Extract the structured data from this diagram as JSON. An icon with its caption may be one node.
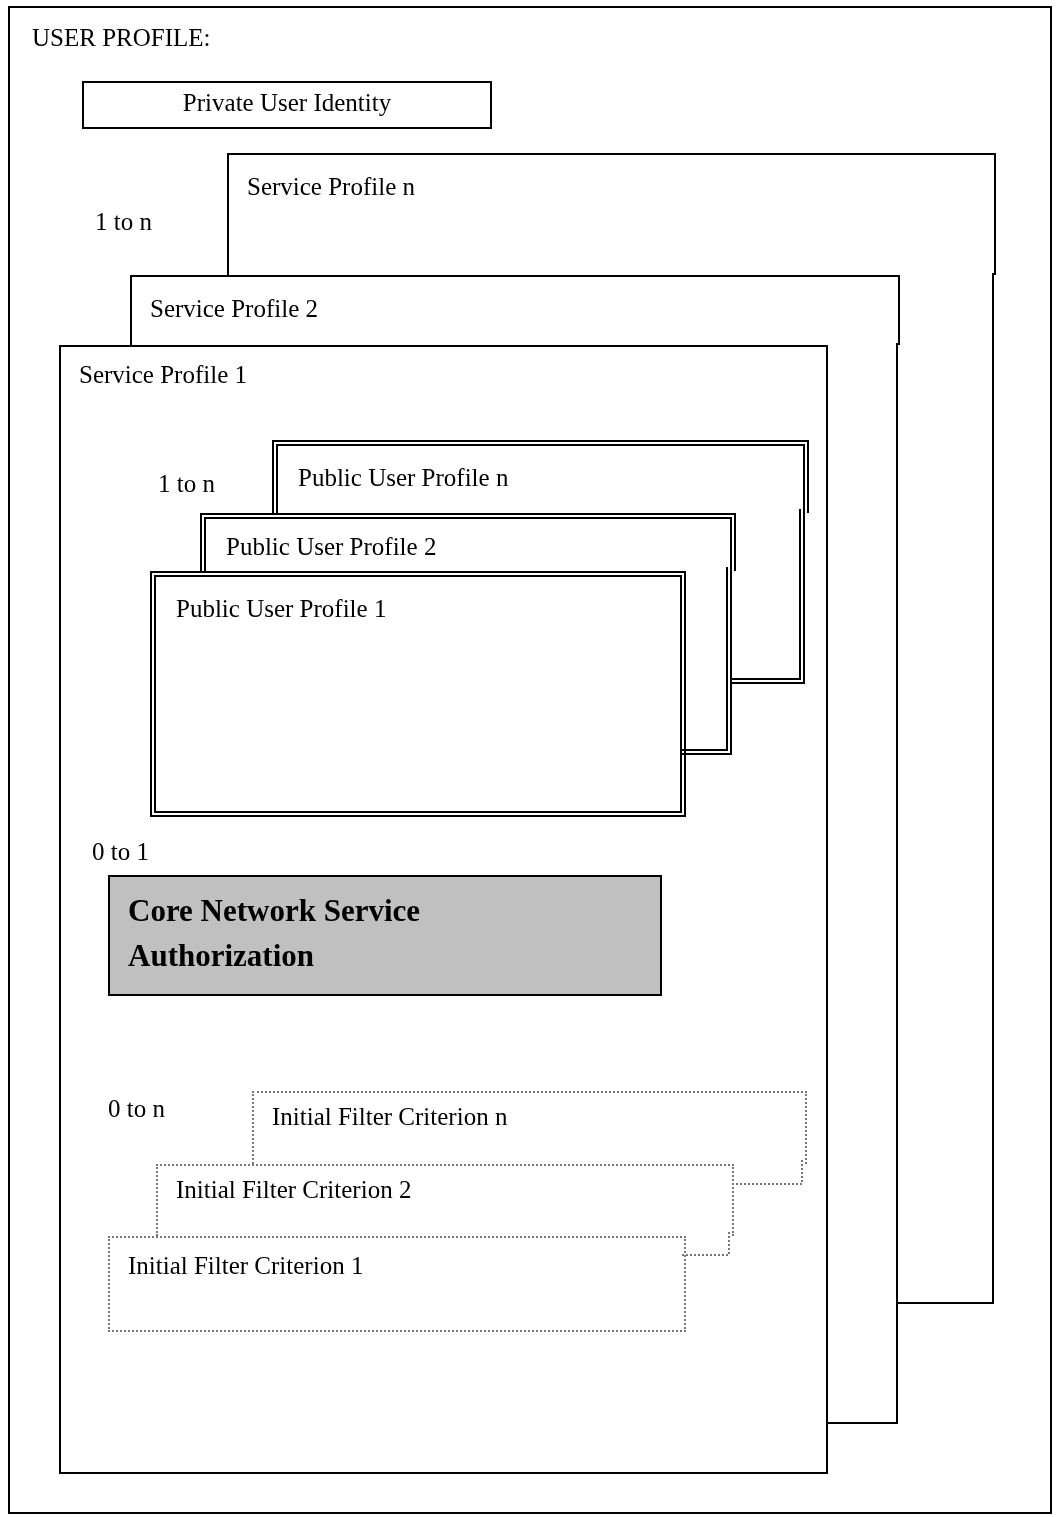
{
  "diagram": {
    "nodes": [
      {
        "text": [
          "USER PROFILE:"
        ]
      },
      {
        "text": [
          "Private User Identity"
        ],
        "in": 0
      },
      {
        "text": [
          "Service Profile n"
        ],
        "in": 0
      },
      {
        "text": [
          "Service Profile 2"
        ],
        "in": 0
      },
      {
        "text": [
          "Service Profile 1"
        ],
        "in": 0
      },
      {
        "text": [
          "Public User Profile n"
        ],
        "in": 4
      },
      {
        "text": [
          "Public User Profile 2"
        ],
        "in": 4
      },
      {
        "text": [
          "Public User Profile 1"
        ],
        "in": 4
      },
      {
        "text": [
          "Core Network Service Authorization"
        ],
        "in": 4
      },
      {
        "text": [
          "Initial Filter Criterion n"
        ],
        "in": 4
      },
      {
        "text": [
          "Initial Filter Criterion 2"
        ],
        "in": 4
      },
      {
        "text": [
          "Initial Filter Criterion 1"
        ],
        "in": 4
      }
    ],
    "labels": [
      "1 to n",
      "1 to n",
      "0 to 1",
      "0 to n"
    ]
  }
}
